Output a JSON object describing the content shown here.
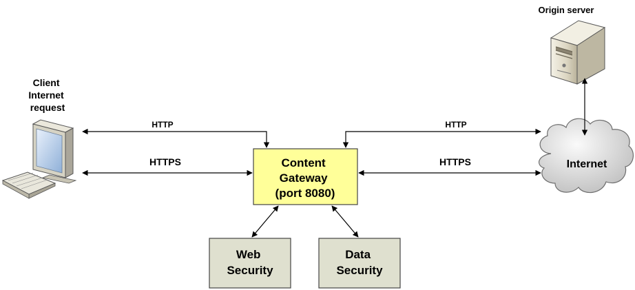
{
  "client": {
    "label_lines": [
      "Client",
      "Internet",
      "request"
    ]
  },
  "origin": {
    "label": "Origin server"
  },
  "gateway": {
    "label_lines": [
      "Content",
      "Gateway",
      "(port 8080)"
    ],
    "fill_color": "#ffff99"
  },
  "cloud": {
    "label": "Internet"
  },
  "web_security": {
    "label_lines": [
      "Web",
      "Security"
    ],
    "fill_color": "#dfe0cf"
  },
  "data_security": {
    "label_lines": [
      "Data",
      "Security"
    ],
    "fill_color": "#dfe0cf"
  },
  "links": {
    "http_left": "HTTP",
    "http_right": "HTTP",
    "https_left": "HTTPS",
    "https_right": "HTTPS",
    "https_color": "#1a6fc4"
  },
  "icons": {
    "client": "desktop-computer-icon",
    "origin": "tower-server-icon",
    "internet": "cloud-icon"
  }
}
